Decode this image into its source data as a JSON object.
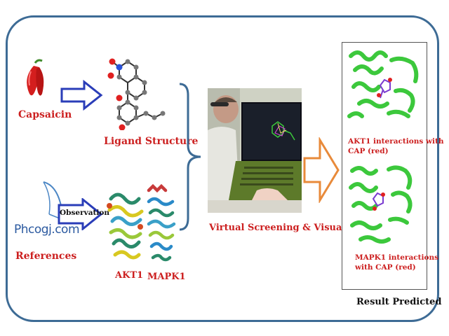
{
  "labels": {
    "capsaicin": "Capsaicin",
    "ligand_structure": "Ligand Structure",
    "observation": "Observation",
    "references": "References",
    "phcogj": "Phcogj.com",
    "akt1": "AKT1",
    "mapk1": "MAPK1",
    "virtual_screening": "Virtual Screening & Visualization",
    "akt1_interactions": "AKT1 interactions with CAP (red)",
    "mapk1_interactions": "MAPK1 interactions with CAP (red)",
    "result_predicted": "Result Predicted"
  },
  "colors": {
    "frame_border": "#3d6b95",
    "label_red": "#cc1f1f",
    "arrow_blue": "#2a3db8",
    "arrow_orange": "#e88a3a",
    "protein_green": "#3cc83c"
  },
  "icons": [
    "chili-pepper-icon",
    "molecule-icon",
    "book-logo-icon",
    "protein-icon",
    "laptop-photo"
  ]
}
